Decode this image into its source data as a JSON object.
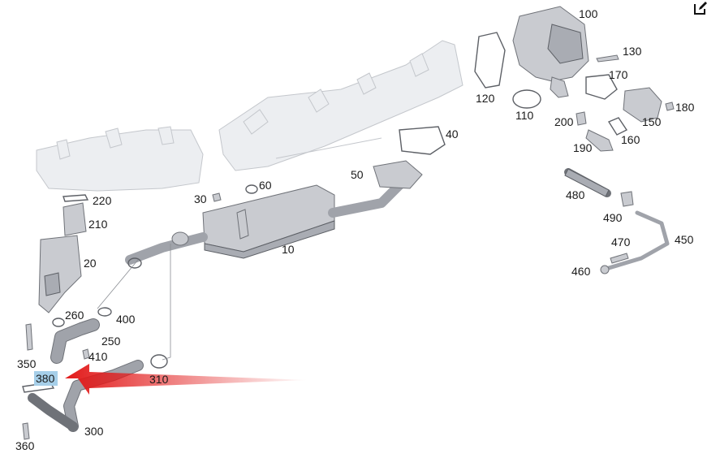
{
  "toolbar": {
    "edit_icon": "edit-icon"
  },
  "highlight_color": "#a6cfe9",
  "arrow_color": "#e21b1b",
  "labels": {
    "p100": "100",
    "p130": "130",
    "p170": "170",
    "p120": "120",
    "p110": "110",
    "p180": "180",
    "p200": "200",
    "p150": "150",
    "p160": "160",
    "p190": "190",
    "p40": "40",
    "p50": "50",
    "p60": "60",
    "p30": "30",
    "p220": "220",
    "p210": "210",
    "p20": "20",
    "p10": "10",
    "p480": "480",
    "p490": "490",
    "p450": "450",
    "p470": "470",
    "p460": "460",
    "p260": "260",
    "p400": "400",
    "p250": "250",
    "p410": "410",
    "p350": "350",
    "p380": "380",
    "p310": "310",
    "p300": "300",
    "p360": "360"
  }
}
